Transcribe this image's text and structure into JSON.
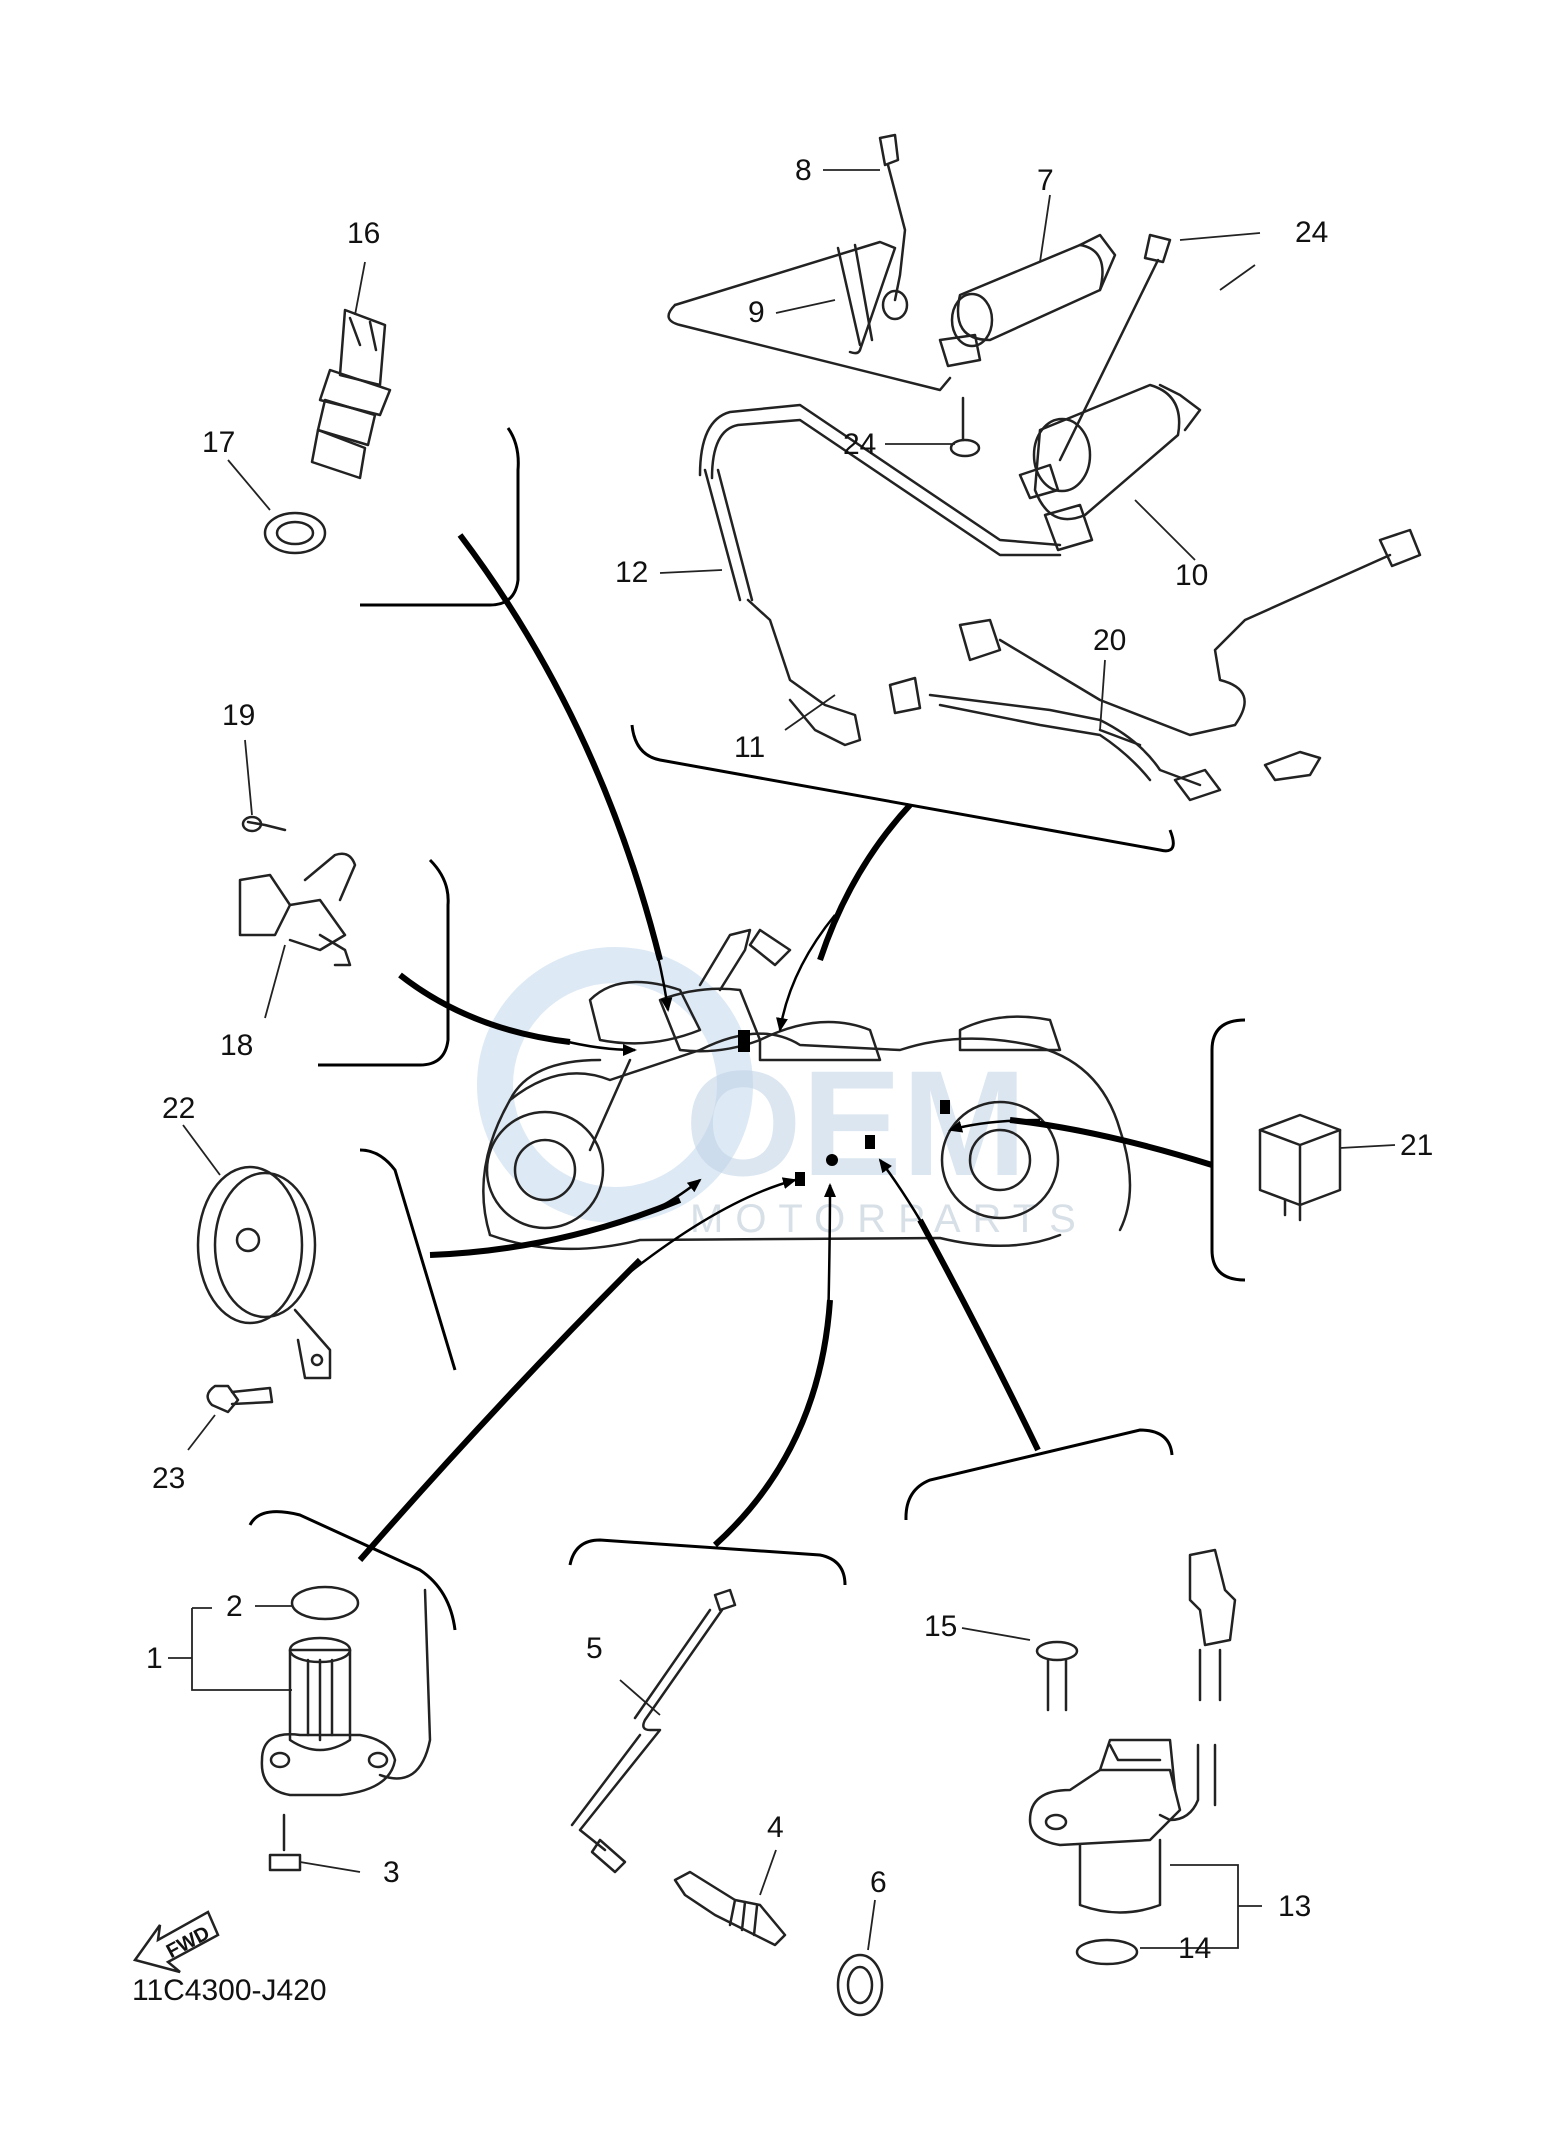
{
  "diagram_code": "11C4300-J420",
  "fwd_label": "FWD",
  "watermark": {
    "main": "OEM",
    "sub": "MOTORPARTS",
    "color": "#bfd3e6"
  },
  "callouts": {
    "c1": "1",
    "c2": "2",
    "c3": "3",
    "c4": "4",
    "c5": "5",
    "c6": "6",
    "c7": "7",
    "c8": "8",
    "c9": "9",
    "c10": "10",
    "c11": "11",
    "c12": "12",
    "c13": "13",
    "c14": "14",
    "c15": "15",
    "c16": "16",
    "c17": "17",
    "c18": "18",
    "c19": "19",
    "c20": "20",
    "c21": "21",
    "c22": "22",
    "c23": "23",
    "c24a": "24",
    "c24b": "24"
  }
}
